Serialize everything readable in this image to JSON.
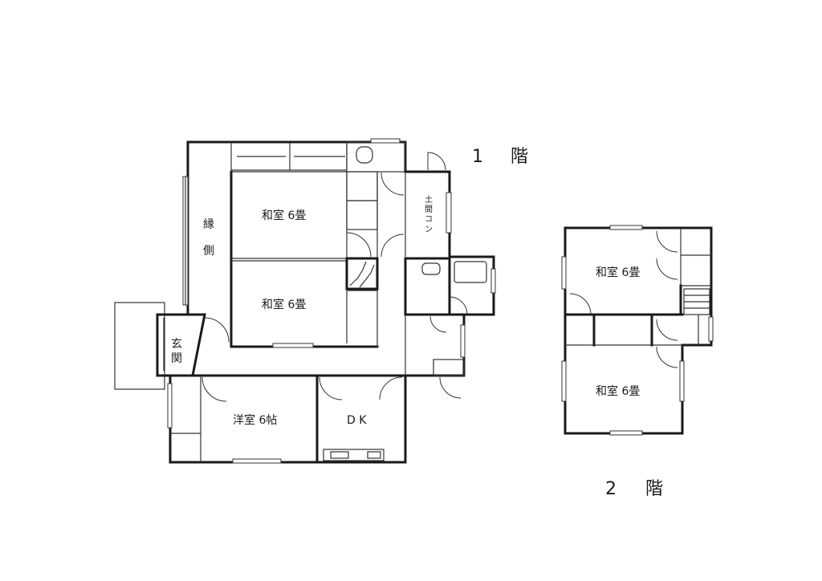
{
  "floor1": {
    "title_num": "1",
    "title_kai": "階",
    "rooms": {
      "washitsu_a": "和室 6畳",
      "washitsu_b": "和室 6畳",
      "yoshitsu": "洋室 6帖",
      "dk": "D K",
      "engawa_1": "縁",
      "engawa_2": "側",
      "genkan_1": "玄",
      "genkan_2": "関",
      "doma_1": "土",
      "doma_2": "間",
      "doma_3": "コ",
      "doma_4": "ン"
    }
  },
  "floor2": {
    "title_num": "2",
    "title_kai": "階",
    "rooms": {
      "washitsu_a": "和室 6畳",
      "washitsu_b": "和室 6畳"
    }
  },
  "colors": {
    "line": "#1a1a1a",
    "background": "#ffffff"
  }
}
